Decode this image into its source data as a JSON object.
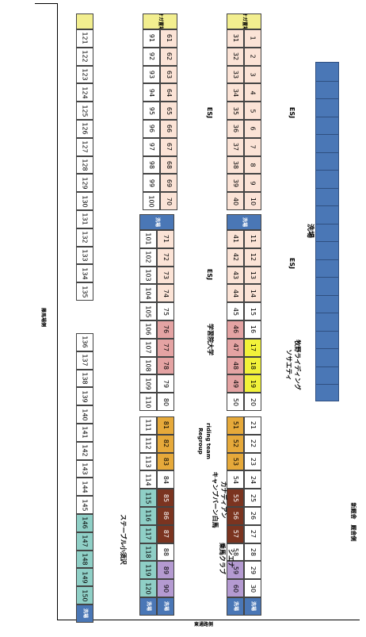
{
  "colors": {
    "header_yellow": "#f2ee8f",
    "header_blue": "#4a77b6",
    "peach": "#fbe3d6",
    "pink": "#e4a3a3",
    "yellow": "#f2f23a",
    "orange": "#e6a93a",
    "brown": "#7b3420",
    "teal": "#8fcfc6",
    "lavender": "#b49ad1",
    "white": "#ffffff",
    "blue_strip": "#4a77b6"
  },
  "labels": {
    "arena": "洗場",
    "road_left": "藤馬場側",
    "road_bottom": "東通路側",
    "new_building": "新厩舎　厩舎側",
    "esj_1": "ESJ",
    "esj_2": "ESJ",
    "esj_3": "ESJ",
    "riding_society": "牧野ライディング\nソサエティ",
    "gakushuin": "学習院大学",
    "riding_team": "riding team\nRegroup",
    "canadian": "カナディアン\nキャンプバーン白馬",
    "shiei": "シエナ\n乗馬クラブ",
    "stable_kuzawa": "ステーブル小須沢"
  },
  "blocks": [
    {
      "id": "block-a",
      "header": {
        "text": "オガ置場",
        "color": "header_yellow"
      },
      "columns": [
        [
          {
            "n": "1",
            "c": "peach"
          },
          {
            "n": "2",
            "c": "peach"
          },
          {
            "n": "3",
            "c": "peach"
          },
          {
            "n": "4",
            "c": "peach"
          },
          {
            "n": "5",
            "c": "peach"
          },
          {
            "n": "6",
            "c": "peach"
          },
          {
            "n": "7",
            "c": "peach"
          },
          {
            "n": "8",
            "c": "peach"
          },
          {
            "n": "9",
            "c": "peach"
          },
          {
            "n": "10",
            "c": "peach"
          }
        ],
        [
          {
            "n": "31",
            "c": "peach"
          },
          {
            "n": "32",
            "c": "peach"
          },
          {
            "n": "33",
            "c": "peach"
          },
          {
            "n": "34",
            "c": "peach"
          },
          {
            "n": "35",
            "c": "peach"
          },
          {
            "n": "36",
            "c": "peach"
          },
          {
            "n": "37",
            "c": "peach"
          },
          {
            "n": "38",
            "c": "peach"
          },
          {
            "n": "39",
            "c": "peach"
          },
          {
            "n": "40",
            "c": "peach"
          }
        ]
      ]
    },
    {
      "id": "block-b",
      "header": {
        "text": "オガ置場",
        "color": "header_yellow"
      },
      "columns": [
        [
          {
            "n": "61",
            "c": "peach"
          },
          {
            "n": "62",
            "c": "peach"
          },
          {
            "n": "63",
            "c": "peach"
          },
          {
            "n": "64",
            "c": "peach"
          },
          {
            "n": "65",
            "c": "peach"
          },
          {
            "n": "66",
            "c": "peach"
          },
          {
            "n": "67",
            "c": "peach"
          },
          {
            "n": "68",
            "c": "peach"
          },
          {
            "n": "69",
            "c": "peach"
          },
          {
            "n": "70",
            "c": "peach"
          }
        ],
        [
          {
            "n": "91",
            "c": "white"
          },
          {
            "n": "92",
            "c": "white"
          },
          {
            "n": "93",
            "c": "white"
          },
          {
            "n": "94",
            "c": "white"
          },
          {
            "n": "95",
            "c": "white"
          },
          {
            "n": "96",
            "c": "white"
          },
          {
            "n": "97",
            "c": "white"
          },
          {
            "n": "98",
            "c": "white"
          },
          {
            "n": "99",
            "c": "white"
          },
          {
            "n": "100",
            "c": "white"
          }
        ]
      ]
    },
    {
      "id": "block-c",
      "header": {
        "text": "",
        "color": "header_yellow"
      },
      "columns": [
        [
          {
            "n": "121",
            "c": "white"
          },
          {
            "n": "122",
            "c": "white"
          },
          {
            "n": "123",
            "c": "white"
          },
          {
            "n": "124",
            "c": "white"
          },
          {
            "n": "125",
            "c": "white"
          },
          {
            "n": "126",
            "c": "white"
          },
          {
            "n": "127",
            "c": "white"
          },
          {
            "n": "128",
            "c": "white"
          },
          {
            "n": "129",
            "c": "white"
          },
          {
            "n": "130",
            "c": "white"
          },
          {
            "n": "131",
            "c": "white"
          },
          {
            "n": "132",
            "c": "white"
          },
          {
            "n": "133",
            "c": "white"
          },
          {
            "n": "134",
            "c": "white"
          },
          {
            "n": "135",
            "c": "white"
          }
        ]
      ]
    },
    {
      "id": "block-d",
      "header": {
        "text": "洗場",
        "color": "header_blue"
      },
      "columns": [
        [
          {
            "n": "11",
            "c": "peach"
          },
          {
            "n": "12",
            "c": "peach"
          },
          {
            "n": "13",
            "c": "peach"
          },
          {
            "n": "14",
            "c": "peach"
          },
          {
            "n": "15",
            "c": "white"
          },
          {
            "n": "16",
            "c": "white"
          },
          {
            "n": "17",
            "c": "yellow"
          },
          {
            "n": "18",
            "c": "yellow"
          },
          {
            "n": "19",
            "c": "yellow"
          },
          {
            "n": "20",
            "c": "white"
          }
        ],
        [
          {
            "n": "41",
            "c": "peach"
          },
          {
            "n": "42",
            "c": "peach"
          },
          {
            "n": "43",
            "c": "peach"
          },
          {
            "n": "44",
            "c": "peach"
          },
          {
            "n": "45",
            "c": "white"
          },
          {
            "n": "46",
            "c": "pink"
          },
          {
            "n": "47",
            "c": "pink"
          },
          {
            "n": "48",
            "c": "pink"
          },
          {
            "n": "49",
            "c": "pink"
          },
          {
            "n": "50",
            "c": "white"
          }
        ]
      ]
    },
    {
      "id": "block-e",
      "header": {
        "text": "洗場",
        "color": "header_blue"
      },
      "columns": [
        [
          {
            "n": "71",
            "c": "peach"
          },
          {
            "n": "72",
            "c": "peach"
          },
          {
            "n": "73",
            "c": "peach"
          },
          {
            "n": "74",
            "c": "peach"
          },
          {
            "n": "75",
            "c": "white"
          },
          {
            "n": "76",
            "c": "pink"
          },
          {
            "n": "77",
            "c": "pink"
          },
          {
            "n": "78",
            "c": "pink"
          },
          {
            "n": "79",
            "c": "white"
          },
          {
            "n": "80",
            "c": "white"
          }
        ],
        [
          {
            "n": "101",
            "c": "white"
          },
          {
            "n": "102",
            "c": "white"
          },
          {
            "n": "103",
            "c": "white"
          },
          {
            "n": "104",
            "c": "white"
          },
          {
            "n": "105",
            "c": "white"
          },
          {
            "n": "106",
            "c": "white"
          },
          {
            "n": "107",
            "c": "white"
          },
          {
            "n": "108",
            "c": "white"
          },
          {
            "n": "109",
            "c": "white"
          },
          {
            "n": "110",
            "c": "white"
          }
        ]
      ]
    },
    {
      "id": "block-f",
      "header": {
        "text": "",
        "color": "white"
      },
      "columns": [
        [
          {
            "n": "136",
            "c": "white"
          },
          {
            "n": "137",
            "c": "white"
          },
          {
            "n": "138",
            "c": "white"
          },
          {
            "n": "139",
            "c": "white"
          },
          {
            "n": "140",
            "c": "white"
          },
          {
            "n": "141",
            "c": "white"
          },
          {
            "n": "142",
            "c": "white"
          },
          {
            "n": "143",
            "c": "white"
          },
          {
            "n": "144",
            "c": "white"
          },
          {
            "n": "145",
            "c": "white"
          },
          {
            "n": "146",
            "c": "teal"
          },
          {
            "n": "147",
            "c": "teal"
          },
          {
            "n": "148",
            "c": "teal"
          },
          {
            "n": "149",
            "c": "teal"
          },
          {
            "n": "150",
            "c": "teal"
          },
          {
            "n": "洗場",
            "c": "header_blue"
          }
        ]
      ]
    },
    {
      "id": "block-g",
      "header": {
        "text": "",
        "color": "white"
      },
      "columns": [
        [
          {
            "n": "21",
            "c": "white"
          },
          {
            "n": "22",
            "c": "white"
          },
          {
            "n": "23",
            "c": "white"
          },
          {
            "n": "24",
            "c": "white"
          },
          {
            "n": "25",
            "c": "white"
          },
          {
            "n": "26",
            "c": "white"
          },
          {
            "n": "27",
            "c": "white"
          },
          {
            "n": "28",
            "c": "white"
          },
          {
            "n": "29",
            "c": "white"
          },
          {
            "n": "30",
            "c": "white"
          },
          {
            "n": "洗場",
            "c": "header_blue"
          }
        ],
        [
          {
            "n": "51",
            "c": "orange"
          },
          {
            "n": "52",
            "c": "orange"
          },
          {
            "n": "53",
            "c": "orange"
          },
          {
            "n": "54",
            "c": "white"
          },
          {
            "n": "55",
            "c": "brown"
          },
          {
            "n": "56",
            "c": "brown"
          },
          {
            "n": "57",
            "c": "brown"
          },
          {
            "n": "58",
            "c": "white"
          },
          {
            "n": "59",
            "c": "lavender"
          },
          {
            "n": "60",
            "c": "lavender"
          },
          {
            "n": "洗場",
            "c": "header_blue"
          }
        ]
      ]
    },
    {
      "id": "block-h",
      "header": {
        "text": "",
        "color": "white"
      },
      "columns": [
        [
          {
            "n": "81",
            "c": "orange"
          },
          {
            "n": "82",
            "c": "orange"
          },
          {
            "n": "83",
            "c": "orange"
          },
          {
            "n": "84",
            "c": "white"
          },
          {
            "n": "85",
            "c": "brown"
          },
          {
            "n": "86",
            "c": "brown"
          },
          {
            "n": "87",
            "c": "brown"
          },
          {
            "n": "88",
            "c": "white"
          },
          {
            "n": "89",
            "c": "lavender"
          },
          {
            "n": "90",
            "c": "lavender"
          },
          {
            "n": "洗場",
            "c": "header_blue"
          }
        ],
        [
          {
            "n": "111",
            "c": "white"
          },
          {
            "n": "112",
            "c": "white"
          },
          {
            "n": "113",
            "c": "white"
          },
          {
            "n": "114",
            "c": "white"
          },
          {
            "n": "115",
            "c": "teal"
          },
          {
            "n": "116",
            "c": "teal"
          },
          {
            "n": "117",
            "c": "teal"
          },
          {
            "n": "118",
            "c": "teal"
          },
          {
            "n": "119",
            "c": "teal"
          },
          {
            "n": "120",
            "c": "teal"
          },
          {
            "n": "洗場",
            "c": "header_blue"
          }
        ]
      ]
    }
  ]
}
